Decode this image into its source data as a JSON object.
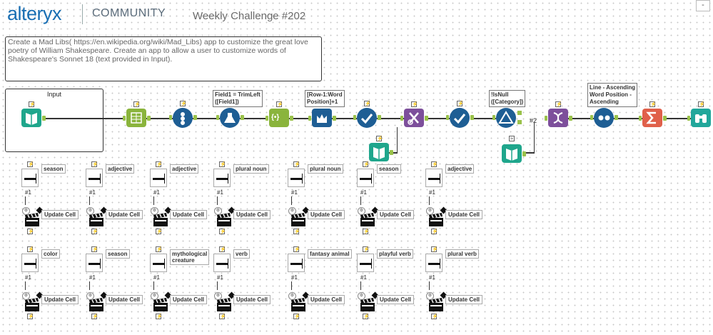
{
  "header": {
    "logo": "alteryx",
    "community": "COMMUNITY",
    "title": "Weekly Challenge #202",
    "corner_button": "-"
  },
  "description": "Create a Mad Libs( https://en.wikipedia.org/wiki/Mad_Libs) app to customize the great love poetry of William Shakespeare.  Create an app to allow a user to customize words of Shakespeare's Sonnet 18 (text provided in Input).",
  "input_container": {
    "title": "Input"
  },
  "tools": {
    "icon_one": "①",
    "icon_one_small": "①",
    "braces": "{•}",
    "hash2": "#2"
  },
  "annotations": {
    "trimleft": "Field1 = TrimLeft\n([Field1])",
    "rowword": "[Row-1:Word\nPosition]+1",
    "isnull": "!IsNull\n([Category])",
    "sort": "Line - Ascending\nWord Position -\nAscending"
  },
  "app_rows": [
    {
      "questions": [
        "season",
        "adjective",
        "adjective",
        "plural noun",
        "plural noun",
        "season",
        "adjective"
      ],
      "number": "#1",
      "action": "Update Cell"
    },
    {
      "questions": [
        "color",
        "season",
        "mythological\ncreature",
        "verb",
        "fantasy animal",
        "playful verb",
        "plural verb"
      ],
      "number": "#1",
      "action": "Update Cell"
    }
  ],
  "colors": {
    "input_teal": "#1fa68c",
    "prep_green": "#8ab43c",
    "join_purple": "#7d4f9b",
    "parse_blue": "#1e5e94",
    "transform_orange": "#e0604a",
    "output_teal": "#21a79b",
    "anchor_green": "#9ac24a"
  }
}
